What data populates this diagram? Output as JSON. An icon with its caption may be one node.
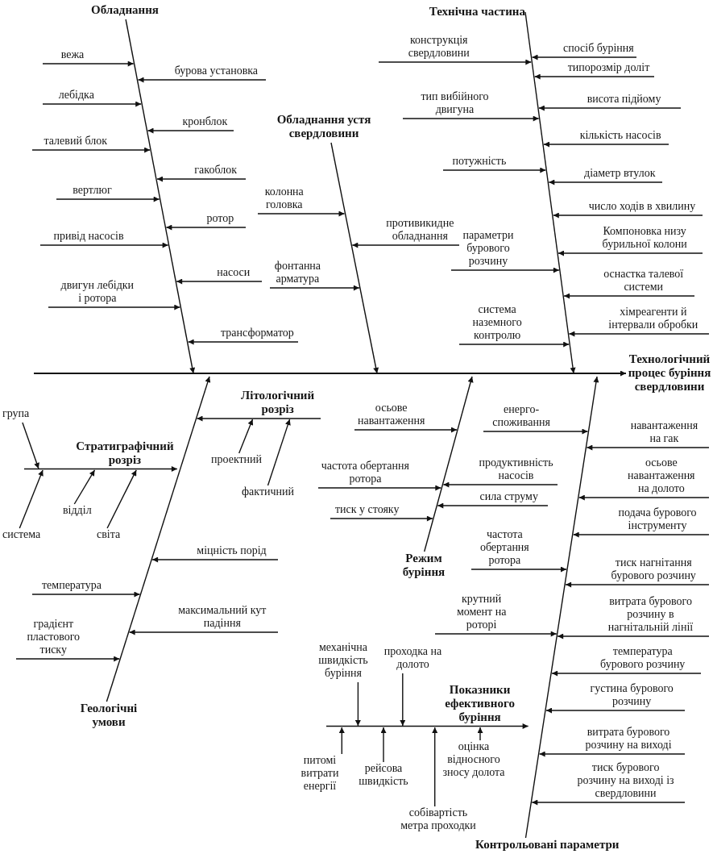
{
  "diagram": {
    "nodes": [
      {
        "text": [
          "Обладнання"
        ]
      },
      {
        "text": [
          "вежа"
        ]
      },
      {
        "text": [
          "бурова установка"
        ]
      },
      {
        "text": [
          "лебідка"
        ]
      },
      {
        "text": [
          "кронблок"
        ]
      },
      {
        "text": [
          "талевий блок"
        ]
      },
      {
        "text": [
          "гакоблок"
        ]
      },
      {
        "text": [
          "вертлюг"
        ]
      },
      {
        "text": [
          "ротор"
        ]
      },
      {
        "text": [
          "привід насосів"
        ]
      },
      {
        "text": [
          "насоси"
        ]
      },
      {
        "text": [
          "двигун лебідки і ротора"
        ]
      },
      {
        "text": [
          "трансформатор"
        ]
      },
      {
        "text": [
          "Обладнання устя свердловини"
        ]
      },
      {
        "text": [
          "колонна головка"
        ]
      },
      {
        "text": [
          "противикидне обладнання"
        ]
      },
      {
        "text": [
          "фонтанна арматура"
        ]
      },
      {
        "text": [
          "Технічна частина"
        ]
      },
      {
        "text": [
          "спосіб буріння"
        ]
      },
      {
        "text": [
          "конструкція свердловини"
        ]
      },
      {
        "text": [
          "типорозмір доліт"
        ]
      },
      {
        "text": [
          "тип вибійного двигуна"
        ]
      },
      {
        "text": [
          "висота підйому"
        ]
      },
      {
        "text": [
          "кількість насосів"
        ]
      },
      {
        "text": [
          "потужність"
        ]
      },
      {
        "text": [
          "діаметр втулок"
        ]
      },
      {
        "text": [
          "число ходів в хвилину"
        ]
      },
      {
        "text": [
          "параметри бурового розчину"
        ]
      },
      {
        "text": [
          "Компоновка низу бурильної колони"
        ]
      },
      {
        "text": [
          "оснастка талевої системи"
        ]
      },
      {
        "text": [
          "система наземного контролю"
        ]
      },
      {
        "text": [
          "хімреагенти й інтервали обробки"
        ]
      },
      {
        "text": [
          "Технологічний процес буріння свердловини"
        ]
      },
      {
        "text": [
          "Стратиграфічний розріз"
        ]
      },
      {
        "text": [
          "група"
        ]
      },
      {
        "text": [
          "система"
        ]
      },
      {
        "text": [
          "відділ"
        ]
      },
      {
        "text": [
          "світа"
        ]
      },
      {
        "text": [
          "Літологічний розріз"
        ]
      },
      {
        "text": [
          "проектний"
        ]
      },
      {
        "text": [
          "фактичний"
        ]
      },
      {
        "text": [
          "міцність порід"
        ]
      },
      {
        "text": [
          "температура"
        ]
      },
      {
        "text": [
          "максимальний кут падіння"
        ]
      },
      {
        "text": [
          "градієнт пластового тиску"
        ]
      },
      {
        "text": [
          "Геологічні умови"
        ]
      },
      {
        "text": [
          "Режим буріння"
        ]
      },
      {
        "text": [
          "осьове навантаження"
        ]
      },
      {
        "text": [
          "продуктивність насосів"
        ]
      },
      {
        "text": [
          "частота обертання ротора"
        ]
      },
      {
        "text": [
          "сила струму"
        ]
      },
      {
        "text": [
          "тиск у стояку"
        ]
      },
      {
        "text": [
          "енерго- споживання"
        ]
      },
      {
        "text": [
          "навантаження на гак"
        ]
      },
      {
        "text": [
          "осьове навантаження на долото"
        ]
      },
      {
        "text": [
          "подача бурового інструменту"
        ]
      },
      {
        "text": [
          "частота обертання ротора"
        ]
      },
      {
        "text": [
          "тиск нагнітання бурового розчину"
        ]
      },
      {
        "text": [
          "крутний момент на роторі"
        ]
      },
      {
        "text": [
          "витрата бурового розчину в нагнітальній лінії"
        ]
      },
      {
        "text": [
          "температура бурового розчину"
        ]
      },
      {
        "text": [
          "густина бурового розчину"
        ]
      },
      {
        "text": [
          "Показники ефективного буріння"
        ]
      },
      {
        "text": [
          "механічна швидкість буріння"
        ]
      },
      {
        "text": [
          "проходка на долото"
        ]
      },
      {
        "text": [
          "питомі витрати енергії"
        ]
      },
      {
        "text": [
          "рейсова швидкість"
        ]
      },
      {
        "text": [
          "собівартість метра проходки"
        ]
      },
      {
        "text": [
          "оцінка відносного зносу долота"
        ]
      },
      {
        "text": [
          "витрата бурового розчину на виході"
        ]
      },
      {
        "text": [
          "тиск бурового розчину на виході із свердловини"
        ]
      },
      {
        "text": [
          "Контрольовані параметри"
        ]
      }
    ],
    "edges": [
      {
        "from": 0,
        "to": null,
        "arrow": "to"
      },
      {
        "from": 1,
        "to": null,
        "arrow": "to"
      },
      {
        "from": 2,
        "to": null,
        "arrow": "to"
      },
      {
        "from": 3,
        "to": null,
        "arrow": "to"
      },
      {
        "from": 4,
        "to": null,
        "arrow": "to"
      },
      {
        "from": 5,
        "to": null,
        "arrow": "to"
      },
      {
        "from": 6,
        "to": null,
        "arrow": "to"
      },
      {
        "from": 7,
        "to": null,
        "arrow": "to"
      },
      {
        "from": 8,
        "to": null,
        "arrow": "to"
      },
      {
        "from": 9,
        "to": null,
        "arrow": "to"
      },
      {
        "from": 10,
        "to": null,
        "arrow": "to"
      },
      {
        "from": 11,
        "to": null,
        "arrow": "to"
      },
      {
        "from": 12,
        "to": null,
        "arrow": "to"
      },
      {
        "from": 13,
        "to": null,
        "arrow": "to"
      },
      {
        "from": 14,
        "to": null,
        "arrow": "to"
      },
      {
        "from": 15,
        "to": null,
        "arrow": "to"
      },
      {
        "from": 16,
        "to": null,
        "arrow": "to"
      },
      {
        "from": 17,
        "to": null,
        "arrow": "to"
      },
      {
        "from": 18,
        "to": null,
        "arrow": "to"
      },
      {
        "from": 19,
        "to": null,
        "arrow": "to"
      },
      {
        "from": 20,
        "to": null,
        "arrow": "to"
      },
      {
        "from": 21,
        "to": null,
        "arrow": "to"
      },
      {
        "from": 22,
        "to": null,
        "arrow": "to"
      },
      {
        "from": 23,
        "to": null,
        "arrow": "to"
      },
      {
        "from": 24,
        "to": null,
        "arrow": "to"
      },
      {
        "from": 25,
        "to": null,
        "arrow": "to"
      },
      {
        "from": 26,
        "to": null,
        "arrow": "to"
      },
      {
        "from": 27,
        "to": null,
        "arrow": "to"
      },
      {
        "from": 28,
        "to": null,
        "arrow": "to"
      },
      {
        "from": 29,
        "to": null,
        "arrow": "to"
      },
      {
        "from": 30,
        "to": null,
        "arrow": "to"
      },
      {
        "from": 31,
        "to": null,
        "arrow": "to"
      },
      {
        "from": null,
        "to": 33,
        "arrow": "to"
      },
      {
        "from": 34,
        "to": null,
        "arrow": "to"
      },
      {
        "from": 35,
        "to": null,
        "arrow": "to"
      },
      {
        "from": 36,
        "to": 33,
        "arrow": "to"
      },
      {
        "from": 37,
        "to": 33,
        "arrow": "to"
      },
      {
        "from": 38,
        "to": null,
        "arrow": "to"
      },
      {
        "from": 39,
        "to": 38,
        "arrow": "to"
      },
      {
        "from": 40,
        "to": 38,
        "arrow": "to"
      },
      {
        "from": 41,
        "to": null,
        "arrow": "to"
      },
      {
        "from": 42,
        "to": null,
        "arrow": "to"
      },
      {
        "from": 43,
        "to": null,
        "arrow": "to"
      },
      {
        "from": 44,
        "to": null,
        "arrow": "to"
      },
      {
        "from": 45,
        "to": null,
        "arrow": "to"
      },
      {
        "from": 46,
        "to": null,
        "arrow": "to"
      },
      {
        "from": 47,
        "to": null,
        "arrow": "to"
      },
      {
        "from": 48,
        "to": null,
        "arrow": "to"
      },
      {
        "from": 49,
        "to": null,
        "arrow": "to"
      },
      {
        "from": 50,
        "to": null,
        "arrow": "to"
      },
      {
        "from": 51,
        "to": null,
        "arrow": "to"
      },
      {
        "from": 52,
        "to": null,
        "arrow": "to"
      },
      {
        "from": 53,
        "to": null,
        "arrow": "to"
      },
      {
        "from": 54,
        "to": null,
        "arrow": "to"
      },
      {
        "from": 55,
        "to": null,
        "arrow": "to"
      },
      {
        "from": 56,
        "to": null,
        "arrow": "to"
      },
      {
        "from": 57,
        "to": null,
        "arrow": "to"
      },
      {
        "from": 58,
        "to": null,
        "arrow": "to"
      },
      {
        "from": 59,
        "to": null,
        "arrow": "to"
      },
      {
        "from": 60,
        "to": null,
        "arrow": "to"
      },
      {
        "from": 61,
        "to": null,
        "arrow": "to"
      },
      {
        "from": null,
        "to": 62,
        "arrow": "to"
      },
      {
        "from": 63,
        "to": null,
        "arrow": "to"
      },
      {
        "from": 64,
        "to": null,
        "arrow": "to"
      },
      {
        "from": 65,
        "to": null,
        "arrow": "to"
      },
      {
        "from": 66,
        "to": null,
        "arrow": "to"
      },
      {
        "from": 67,
        "to": 62,
        "arrow": "to"
      },
      {
        "from": 68,
        "to": 62,
        "arrow": "to"
      },
      {
        "from": 69,
        "to": null,
        "arrow": "to"
      },
      {
        "from": 70,
        "to": null,
        "arrow": "to"
      },
      {
        "from": 71,
        "to": null,
        "arrow": "to"
      },
      {
        "from": null,
        "to": 32,
        "arrow": "to"
      }
    ]
  }
}
